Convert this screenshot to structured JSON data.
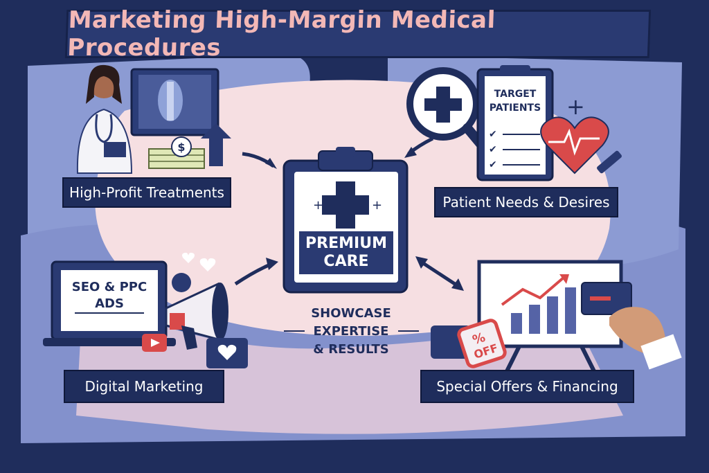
{
  "title": "Marketing High-Margin Medical Procedures",
  "labels": {
    "high_profit": "High-Profit Treatments",
    "patient_needs": "Patient Needs & Desires",
    "digital_marketing": "Digital Marketing",
    "special_offers": "Special Offers & Financing"
  },
  "center": {
    "line1": "PREMIUM",
    "line2": "CARE",
    "caption1": "SHOWCASE EXPERTISE",
    "caption2": "& RESULTS"
  },
  "clipboard": {
    "line1": "TARGET",
    "line2": "PATIENTS"
  },
  "laptop": {
    "line1": "SEO & PPC",
    "line2": "ADS"
  },
  "tag": {
    "line1": "%",
    "line2": "OFF"
  },
  "colors": {
    "navy": "#1f2d5c",
    "title_pink": "#f3b8b6",
    "blush": "#f7dede",
    "periwinkle": "#8c9bd3",
    "red": "#d94a4a"
  }
}
